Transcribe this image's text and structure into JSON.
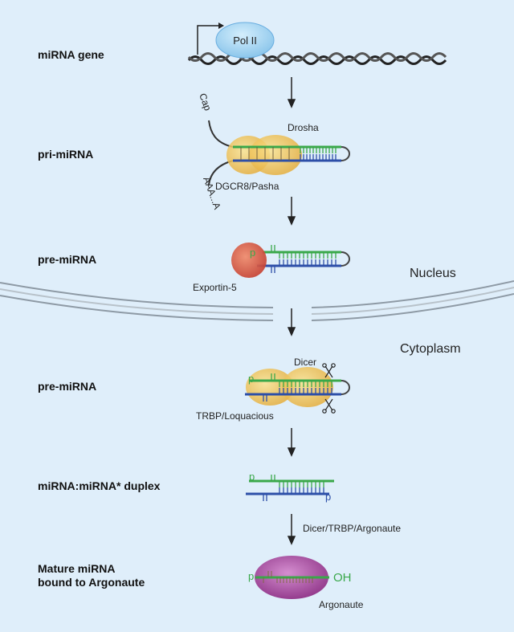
{
  "stages": [
    {
      "id": "mirna-gene",
      "label": "miRNA gene"
    },
    {
      "id": "pri-mirna",
      "label": "pri-miRNA"
    },
    {
      "id": "pre-mirna-nucleus",
      "label": "pre-miRNA"
    },
    {
      "id": "pre-mirna-cytoplasm",
      "label": "pre-miRNA"
    },
    {
      "id": "duplex",
      "label": "miRNA:miRNA* duplex"
    },
    {
      "id": "mature",
      "label": "Mature miRNA\nbound to Argonaute"
    }
  ],
  "regions": {
    "nucleus": "Nucleus",
    "cytoplasm": "Cytoplasm"
  },
  "labels": {
    "pol2": "Pol II",
    "cap": "Cap",
    "polya": "AAA...A",
    "drosha": "Drosha",
    "dgcr8": "DGCR8/Pasha",
    "exportin": "Exportin-5",
    "dicer": "Dicer",
    "trbp": "TRBP/Loquacious",
    "dicer_trbp_ago": "Dicer/TRBP/Argonaute",
    "argonaute": "Argonaute",
    "phosphate": "p",
    "hydroxyl": "OH"
  },
  "colors": {
    "background": "#dfeefa",
    "guide_strand": "#3aa84a",
    "passenger_strand": "#2d4fa8",
    "protein_yellow": "#f2c94c",
    "protein_red": "#d9533f",
    "argonaute": "#a3489a",
    "pol2": "#a9d7f2",
    "membrane": "#8e9aa5"
  }
}
